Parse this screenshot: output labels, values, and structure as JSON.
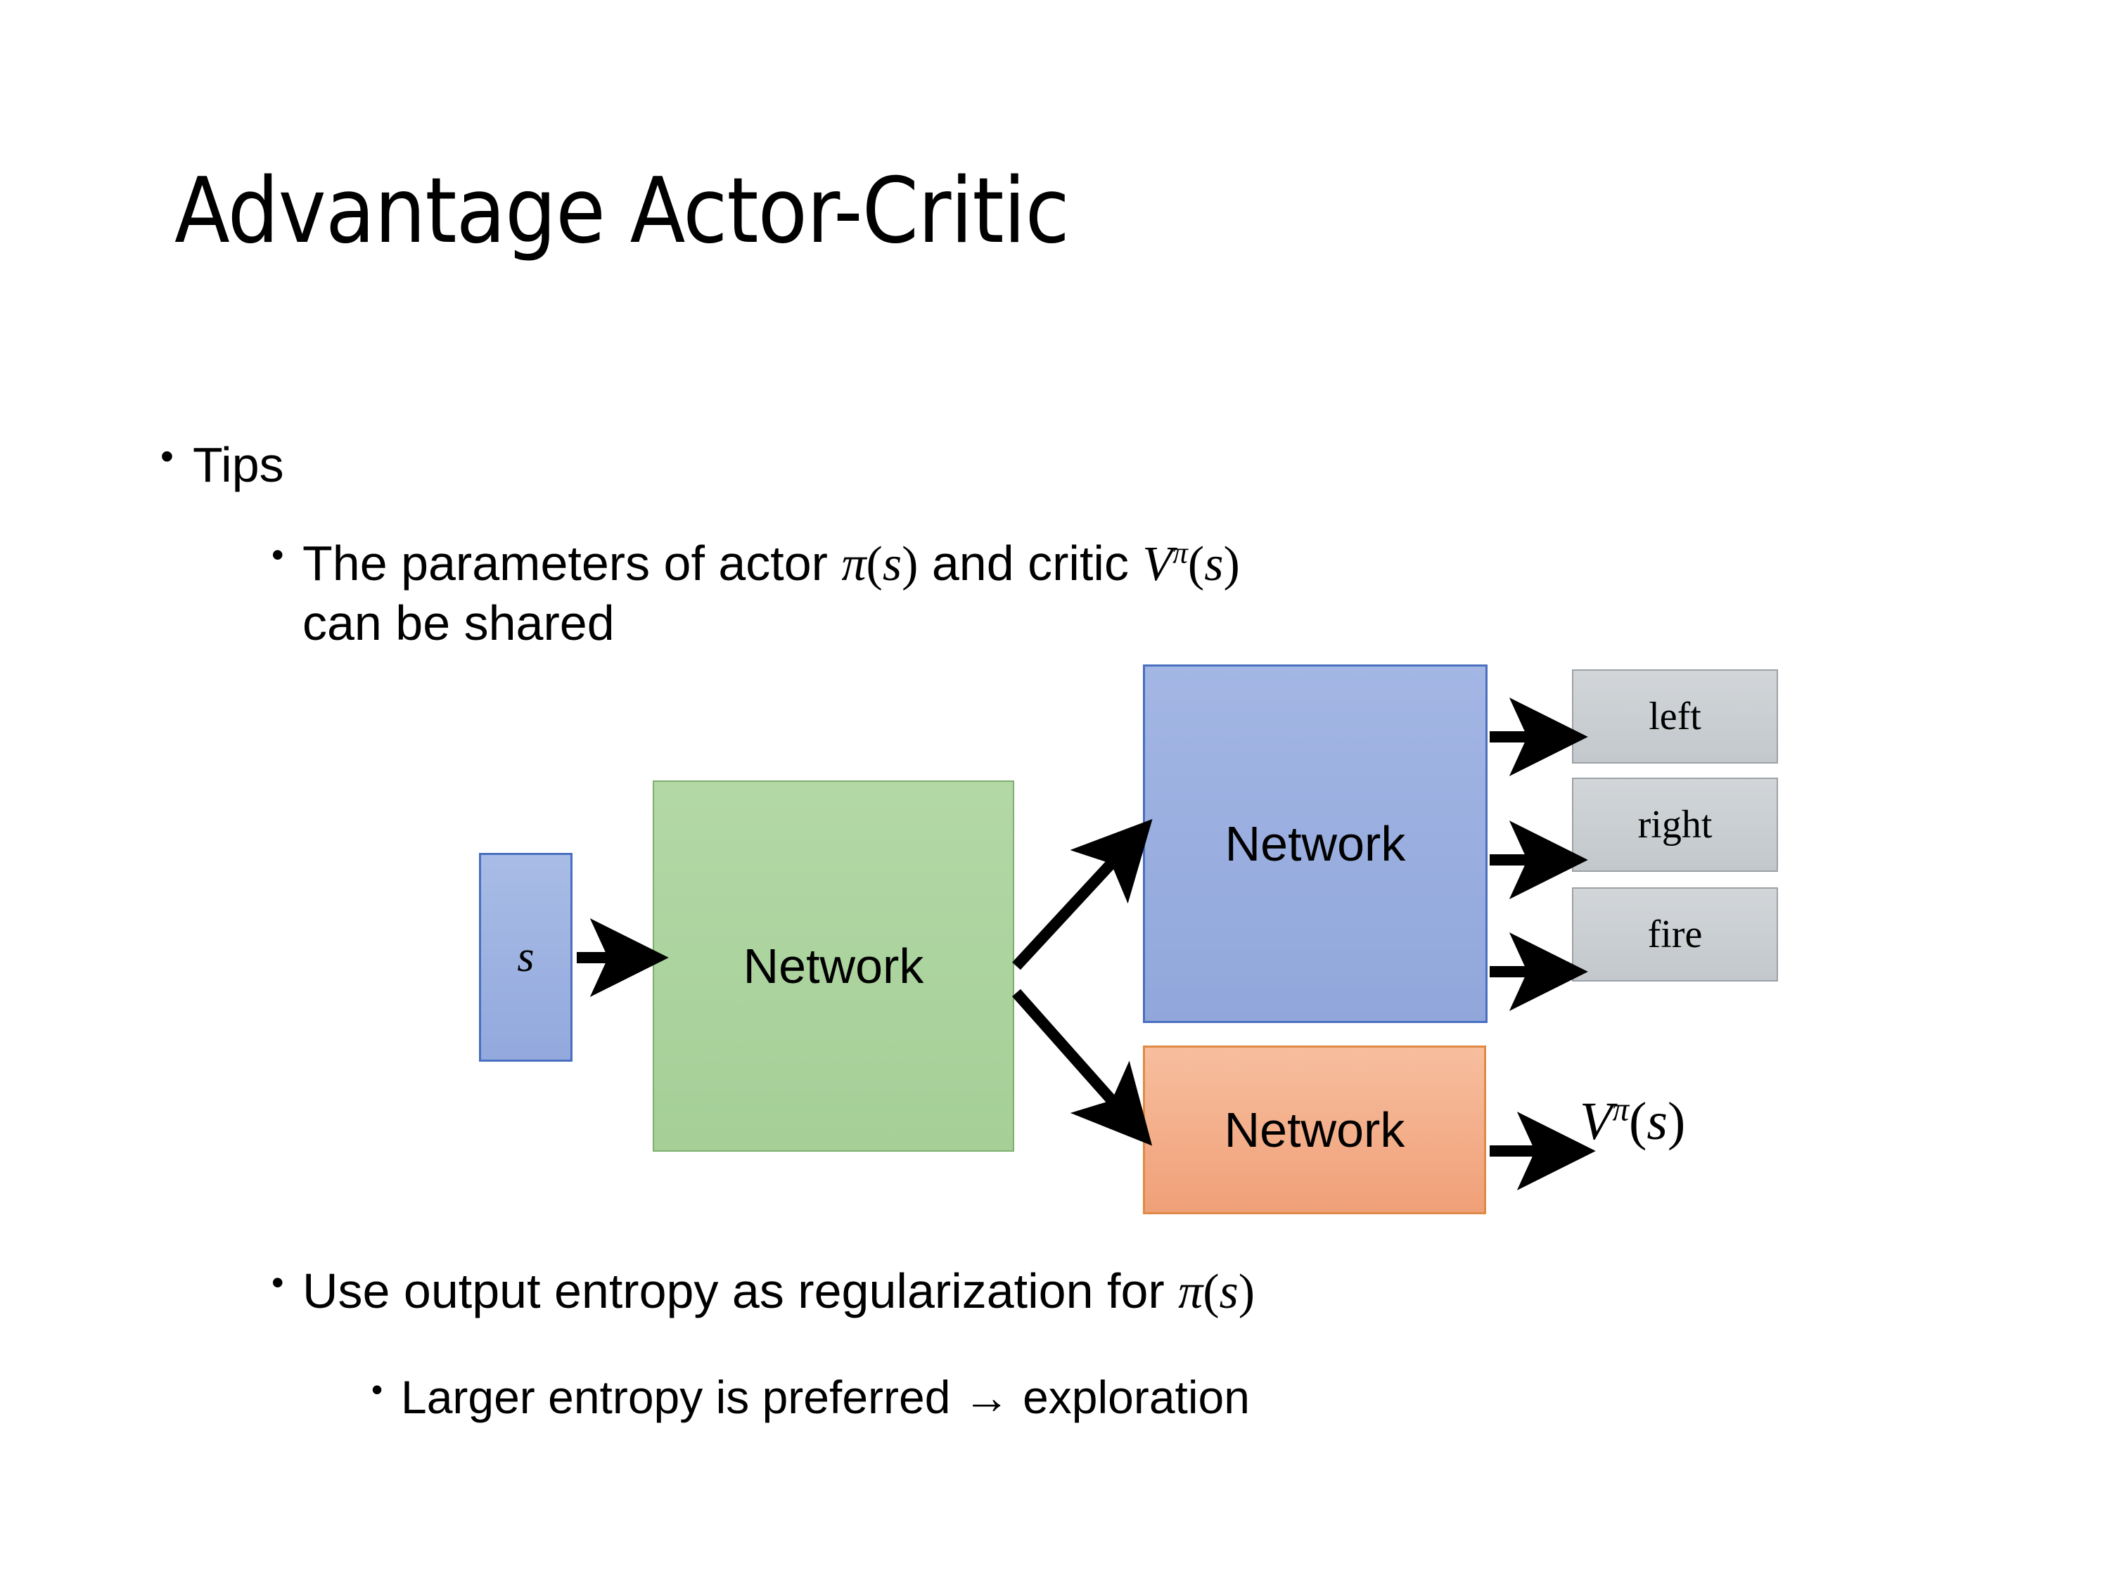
{
  "slide": {
    "title": "Advantage Actor-Critic",
    "background_color": "#FFFFFF"
  },
  "bullets": {
    "tips": {
      "marker": "•",
      "text": "Tips"
    },
    "shared": {
      "marker": "•",
      "text_part1": "The parameters of actor ",
      "math_pi_s": "π(s)",
      "text_part2": "  and critic ",
      "math_v_pi_s": "Vπ(s)",
      "text_part3": "can be shared",
      "full_text": "The parameters of actor π(s)  and critic Vπ(s) can be shared"
    },
    "entropy": {
      "marker": "•",
      "text_part1": "Use output entropy as regularization for ",
      "math_pi_s": "π(s)",
      "full_text": "Use output entropy as regularization for π(s)"
    },
    "exploration": {
      "marker": "•",
      "text": "Larger entropy is preferred → exploration"
    }
  },
  "math_glyphs": {
    "pi": "π",
    "s": "s",
    "V": "V",
    "open_paren": "(",
    "close_paren": ")"
  },
  "diagram": {
    "state_node": {
      "label": "s",
      "fill": "#9BB0E0",
      "stroke": "#4A6FC0"
    },
    "shared_network": {
      "label": "Network",
      "fill": "#AFD6A2",
      "stroke": "#7FAE6E"
    },
    "actor_network": {
      "label": "Network",
      "fill": "#9BB0E0",
      "stroke": "#4A6FC0"
    },
    "critic_network": {
      "label": "Network",
      "fill": "#F4A983",
      "stroke": "#E08A45"
    },
    "action_outputs": [
      {
        "label": "left",
        "fill": "#CACFD3",
        "stroke": "#9BA1A6"
      },
      {
        "label": "right",
        "fill": "#CACFD3",
        "stroke": "#9BA1A6"
      },
      {
        "label": "fire",
        "fill": "#CACFD3",
        "stroke": "#9BA1A6"
      }
    ],
    "value_output": {
      "label": "Vπ(s)"
    },
    "arrow_color": "#000000",
    "arrows": [
      {
        "name": "state-to-shared",
        "from": "state_node",
        "to": "shared_network"
      },
      {
        "name": "shared-to-actor",
        "from": "shared_network",
        "to": "actor_network"
      },
      {
        "name": "shared-to-critic",
        "from": "shared_network",
        "to": "critic_network"
      },
      {
        "name": "actor-to-left",
        "from": "actor_network",
        "to": "left"
      },
      {
        "name": "actor-to-right",
        "from": "actor_network",
        "to": "right"
      },
      {
        "name": "actor-to-fire",
        "from": "actor_network",
        "to": "fire"
      },
      {
        "name": "critic-to-value",
        "from": "critic_network",
        "to": "value_output"
      }
    ]
  }
}
